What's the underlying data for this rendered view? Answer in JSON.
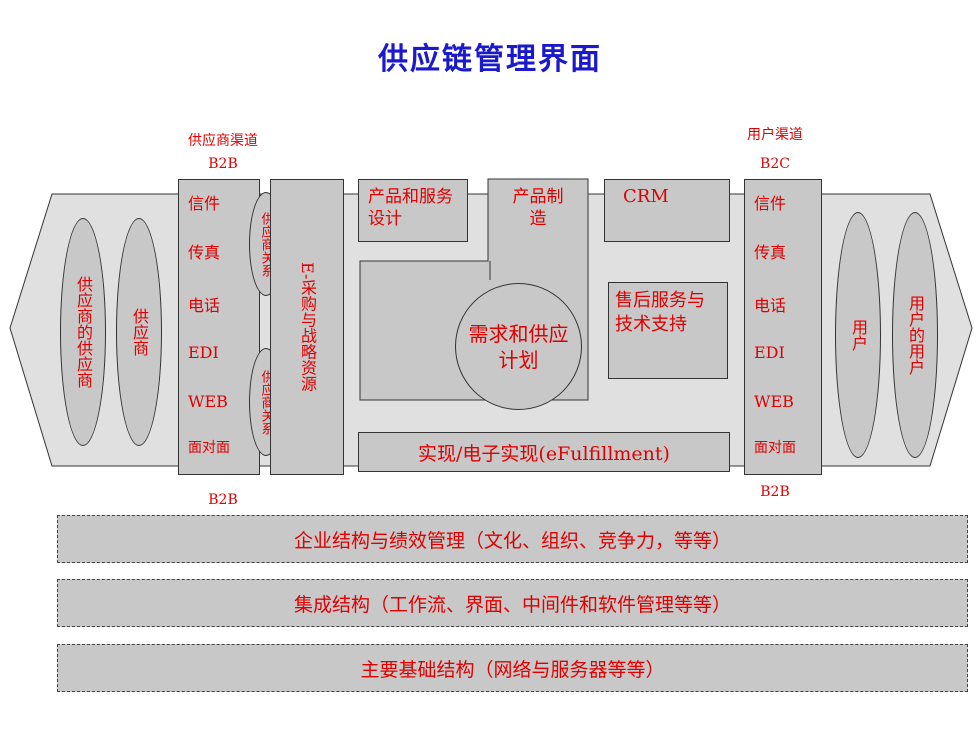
{
  "title": "供应链管理界面",
  "supplier_channel": "供应商渠道",
  "supplier_b2b_top": "B2B",
  "supplier_b2b_bottom": "B2B",
  "user_channel": "用户渠道",
  "user_b2c": "B2C",
  "user_b2b_bottom": "B2B",
  "supplier_of_supplier": "供应商的供应商",
  "supplier": "供应商",
  "supplier_relation_top": "供应商关系",
  "supplier_relation_bottom": "供应商关系",
  "eprocurement": "E-采购与战略资源",
  "supplier_channels": [
    "信件",
    "传真",
    "电话",
    "EDI",
    "WEB",
    "面对面"
  ],
  "user_channels": [
    "信件",
    "传真",
    "电话",
    "EDI",
    "WEB",
    "面对面"
  ],
  "product_design": "产品和服务设计",
  "manufacturing": "产品制造",
  "crm": "CRM",
  "demand_planning": "需求和供应计划",
  "after_sales": "售后服务与技术支持",
  "fulfillment": "实现/电子实现(eFulfillment)",
  "user": "用户",
  "user_of_user": "用户的用户",
  "layers": [
    "企业结构与绩效管理（文化、组织、竞争力，等等）",
    "集成结构（工作流、界面、中间件和软件管理等等）",
    "主要基础结构（网络与服务器等等）"
  ],
  "colors": {
    "title": "#1a1acc",
    "text": "#e00000",
    "fill": "#c8c8c8"
  }
}
